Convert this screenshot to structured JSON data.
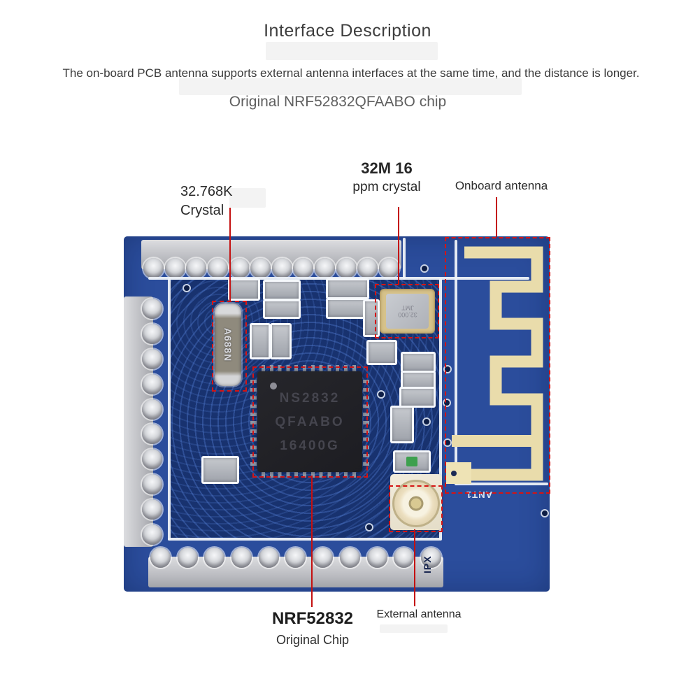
{
  "header": {
    "title": "Interface Description",
    "subtitle": "The on-board PCB antenna supports external antenna interfaces at the same time, and the distance is longer.",
    "chip_line": "Original NRF52832QFAABO chip"
  },
  "callouts": {
    "crystal_32k": {
      "line1": "32.768K",
      "line2": "Crystal"
    },
    "crystal_32m": {
      "line1": "32M 16",
      "line2": "ppm crystal"
    },
    "onboard_antenna": {
      "label": "Onboard antenna"
    },
    "main_chip": {
      "line1": "NRF52832",
      "line2": "Original Chip"
    },
    "external_antenna": {
      "label": "External antenna"
    }
  },
  "board": {
    "crystal_32k_marking": "A688N",
    "crystal_32m_marking_line1": "32.000",
    "crystal_32m_marking_line2": "JMT",
    "chip_marking_line1": "NS2832",
    "chip_marking_line2": "QFAABO",
    "chip_marking_line3": "16400G",
    "ant_silk_label": "ANT1",
    "ipx_silk_label": "IPX"
  },
  "colors": {
    "callout_red": "#c41010",
    "dashed_red": "#d51414",
    "pcb_blue": "#2b4d9c",
    "pcb_dark_blue": "#18326f",
    "antenna_gold": "#e9dcab",
    "silkscreen_white": "#eef2f8",
    "pin_silver": "#c9cbd0",
    "background": "#ffffff"
  }
}
